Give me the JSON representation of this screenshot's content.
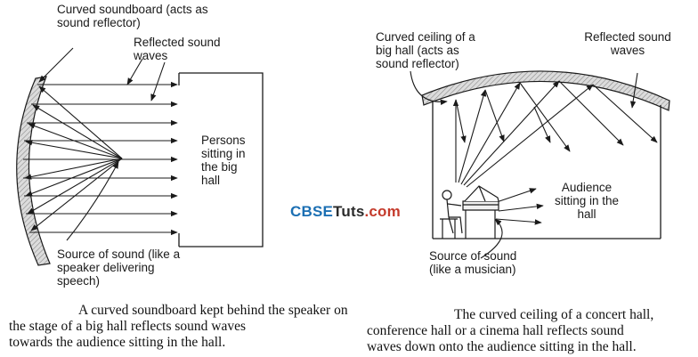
{
  "left_figure": {
    "label_soundboard": "Curved soundboard (acts as sound reflector)",
    "label_reflected": "Reflected sound waves",
    "label_persons": "Persons sitting in the big hall",
    "label_source": "Source of sound (like a speaker delivering speech)",
    "caption": "A curved soundboard kept behind the speaker on the stage of a big hall reflects sound waves towards the audience sitting in the hall."
  },
  "right_figure": {
    "label_ceiling": "Curved ceiling of a big hall (acts as sound reflector)",
    "label_reflected": "Reflected sound waves",
    "label_audience": "Audience sitting in the hall",
    "label_source": "Source of sound (like a musician)",
    "caption": "The curved ceiling of a concert hall, conference hall or a cinema hall reflects sound waves down onto the audience sitting in the hall."
  },
  "watermark": {
    "part1": "CBSE",
    "part2": "Tuts",
    "part3": ".com"
  },
  "colors": {
    "ink": "#1a1a1a",
    "hatch": "#9a9a9a",
    "brand_blue": "#1b6fb3",
    "brand_red": "#c43a2b"
  }
}
